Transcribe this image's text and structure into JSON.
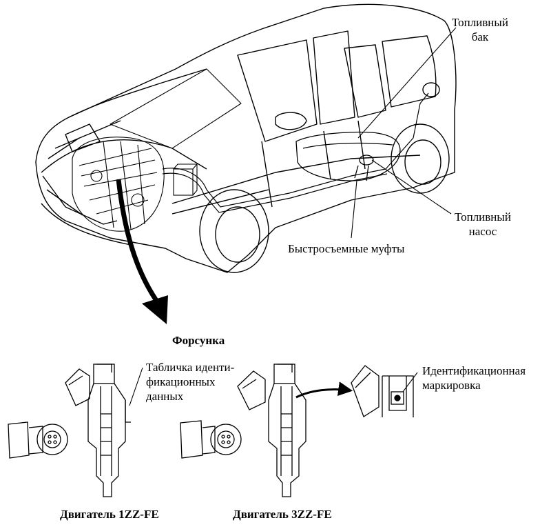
{
  "labels": {
    "fuel_tank": [
      "Топливный",
      "бак"
    ],
    "fuel_pump": [
      "Топливный",
      "насос"
    ],
    "quick_connectors": "Быстросъемные муфты",
    "injector_title": "Форсунка",
    "id_plate": [
      "Табличка иденти-",
      "фикационных",
      "данных"
    ],
    "id_marking": [
      "Идентификационная",
      "маркировка"
    ],
    "engine_1zz": "Двигатель 1ZZ-FE",
    "engine_3zz": "Двигатель 3ZZ-FE"
  },
  "colors": {
    "line": "#000000",
    "background": "#ffffff"
  }
}
